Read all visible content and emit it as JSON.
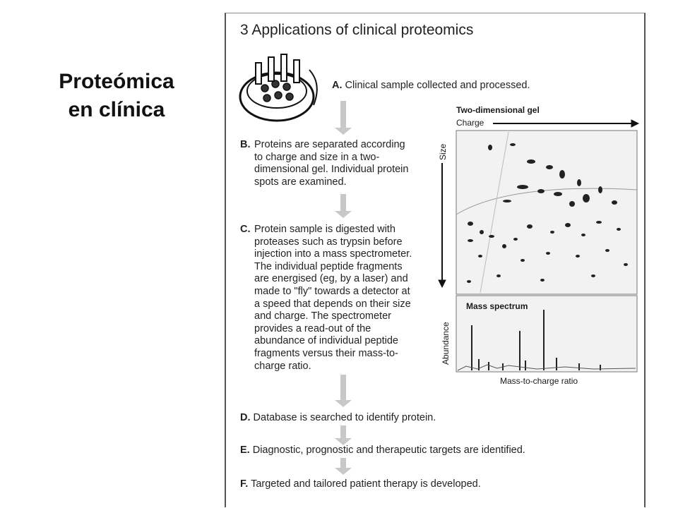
{
  "slide": {
    "title_line1": "Proteómica",
    "title_line2": "en clínica"
  },
  "panel": {
    "title": "3  Applications of clinical proteomics",
    "steps": [
      {
        "letter": "A.",
        "text": "Clinical sample collected and processed."
      },
      {
        "letter": "B.",
        "text": "Proteins are separated according\nto charge and size in a two-\ndimensional gel. Individual protein\nspots are examined."
      },
      {
        "letter": "C.",
        "text": "Protein sample is digested with\nproteases such as trypsin before\ninjection into a mass spectrometer.\nThe individual peptide fragments\nare energised (eg, by a laser) and\nmade to \"fly\" towards a detector at\na speed that depends on their size\nand charge. The spectrometer\nprovides a read-out of the\nabundance of individual peptide\nfragments versus their mass-to-\ncharge ratio."
      },
      {
        "letter": "D.",
        "text": "Database is searched to identify protein."
      },
      {
        "letter": "E.",
        "text": "Diagnostic, prognostic and therapeutic targets are identified."
      },
      {
        "letter": "F.",
        "text": "Targeted and tailored patient therapy is developed."
      }
    ],
    "gel": {
      "title": "Two-dimensional gel",
      "x_axis": "Charge",
      "y_axis": "Size"
    },
    "spectrum": {
      "title": "Mass spectrum",
      "x_axis": "Mass-to-charge ratio",
      "y_axis": "Abundance"
    }
  }
}
